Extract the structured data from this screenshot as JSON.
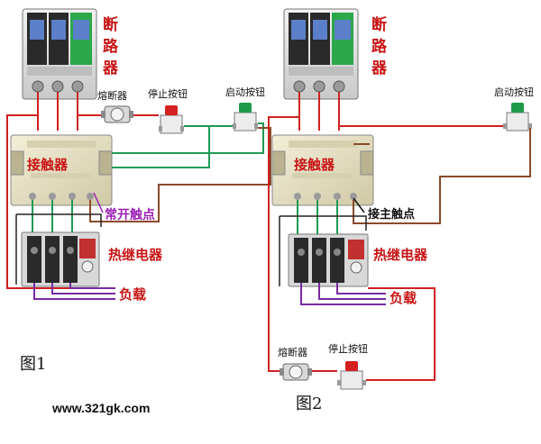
{
  "labels": {
    "breaker_chars": [
      "断",
      "路",
      "器"
    ],
    "fuse": "熔断器",
    "stop_button": "停止按钮",
    "start_button": "启动按钮",
    "contactor": "接触器",
    "no_contact": "常开触点",
    "main_contact": "接主触点",
    "thermal_relay": "热继电器",
    "load": "负载",
    "figure1": "图1",
    "figure2": "图2",
    "website": "www.321gk.com"
  },
  "colors": {
    "wire_red": "#d02020",
    "wire_green": "#1f9a55",
    "wire_purple": "#7a2aa0",
    "wire_brown": "#8a4a2a",
    "breaker_green": "#2aa84a",
    "contactor_body": "#e9e4c8",
    "relay_body": "#d8d8d8"
  }
}
